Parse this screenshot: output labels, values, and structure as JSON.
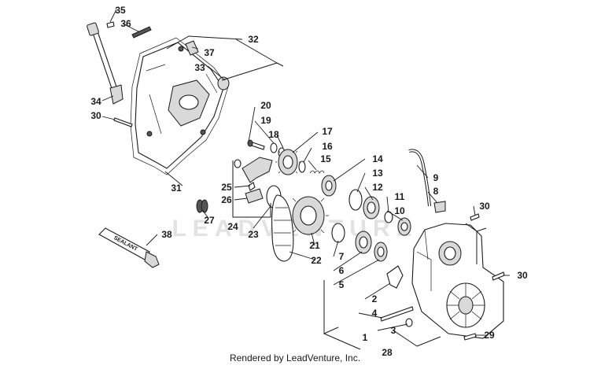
{
  "diagram": {
    "watermark": "LEADVENTURE",
    "sealant_label": "SEALANT",
    "footer": "Rendered by LeadVenture, Inc.",
    "callouts": [
      {
        "id": "35",
        "label": "35"
      },
      {
        "id": "36",
        "label": "36"
      },
      {
        "id": "32",
        "label": "32"
      },
      {
        "id": "37",
        "label": "37"
      },
      {
        "id": "33",
        "label": "33"
      },
      {
        "id": "34",
        "label": "34"
      },
      {
        "id": "30a",
        "label": "30"
      },
      {
        "id": "31",
        "label": "31"
      },
      {
        "id": "20",
        "label": "20"
      },
      {
        "id": "19",
        "label": "19"
      },
      {
        "id": "18",
        "label": "18"
      },
      {
        "id": "17",
        "label": "17"
      },
      {
        "id": "16",
        "label": "16"
      },
      {
        "id": "15",
        "label": "15"
      },
      {
        "id": "14",
        "label": "14"
      },
      {
        "id": "13",
        "label": "13"
      },
      {
        "id": "12",
        "label": "12"
      },
      {
        "id": "11",
        "label": "11"
      },
      {
        "id": "10",
        "label": "10"
      },
      {
        "id": "9",
        "label": "9"
      },
      {
        "id": "8",
        "label": "8"
      },
      {
        "id": "30b",
        "label": "30"
      },
      {
        "id": "25",
        "label": "25"
      },
      {
        "id": "26",
        "label": "26"
      },
      {
        "id": "27",
        "label": "27"
      },
      {
        "id": "24",
        "label": "24"
      },
      {
        "id": "23",
        "label": "23"
      },
      {
        "id": "38",
        "label": "38"
      },
      {
        "id": "21",
        "label": "21"
      },
      {
        "id": "22",
        "label": "22"
      },
      {
        "id": "7",
        "label": "7"
      },
      {
        "id": "6",
        "label": "6"
      },
      {
        "id": "5",
        "label": "5"
      },
      {
        "id": "30c",
        "label": "30"
      },
      {
        "id": "2",
        "label": "2"
      },
      {
        "id": "4",
        "label": "4"
      },
      {
        "id": "3",
        "label": "3"
      },
      {
        "id": "29",
        "label": "29"
      },
      {
        "id": "1",
        "label": "1"
      },
      {
        "id": "28",
        "label": "28"
      }
    ]
  }
}
